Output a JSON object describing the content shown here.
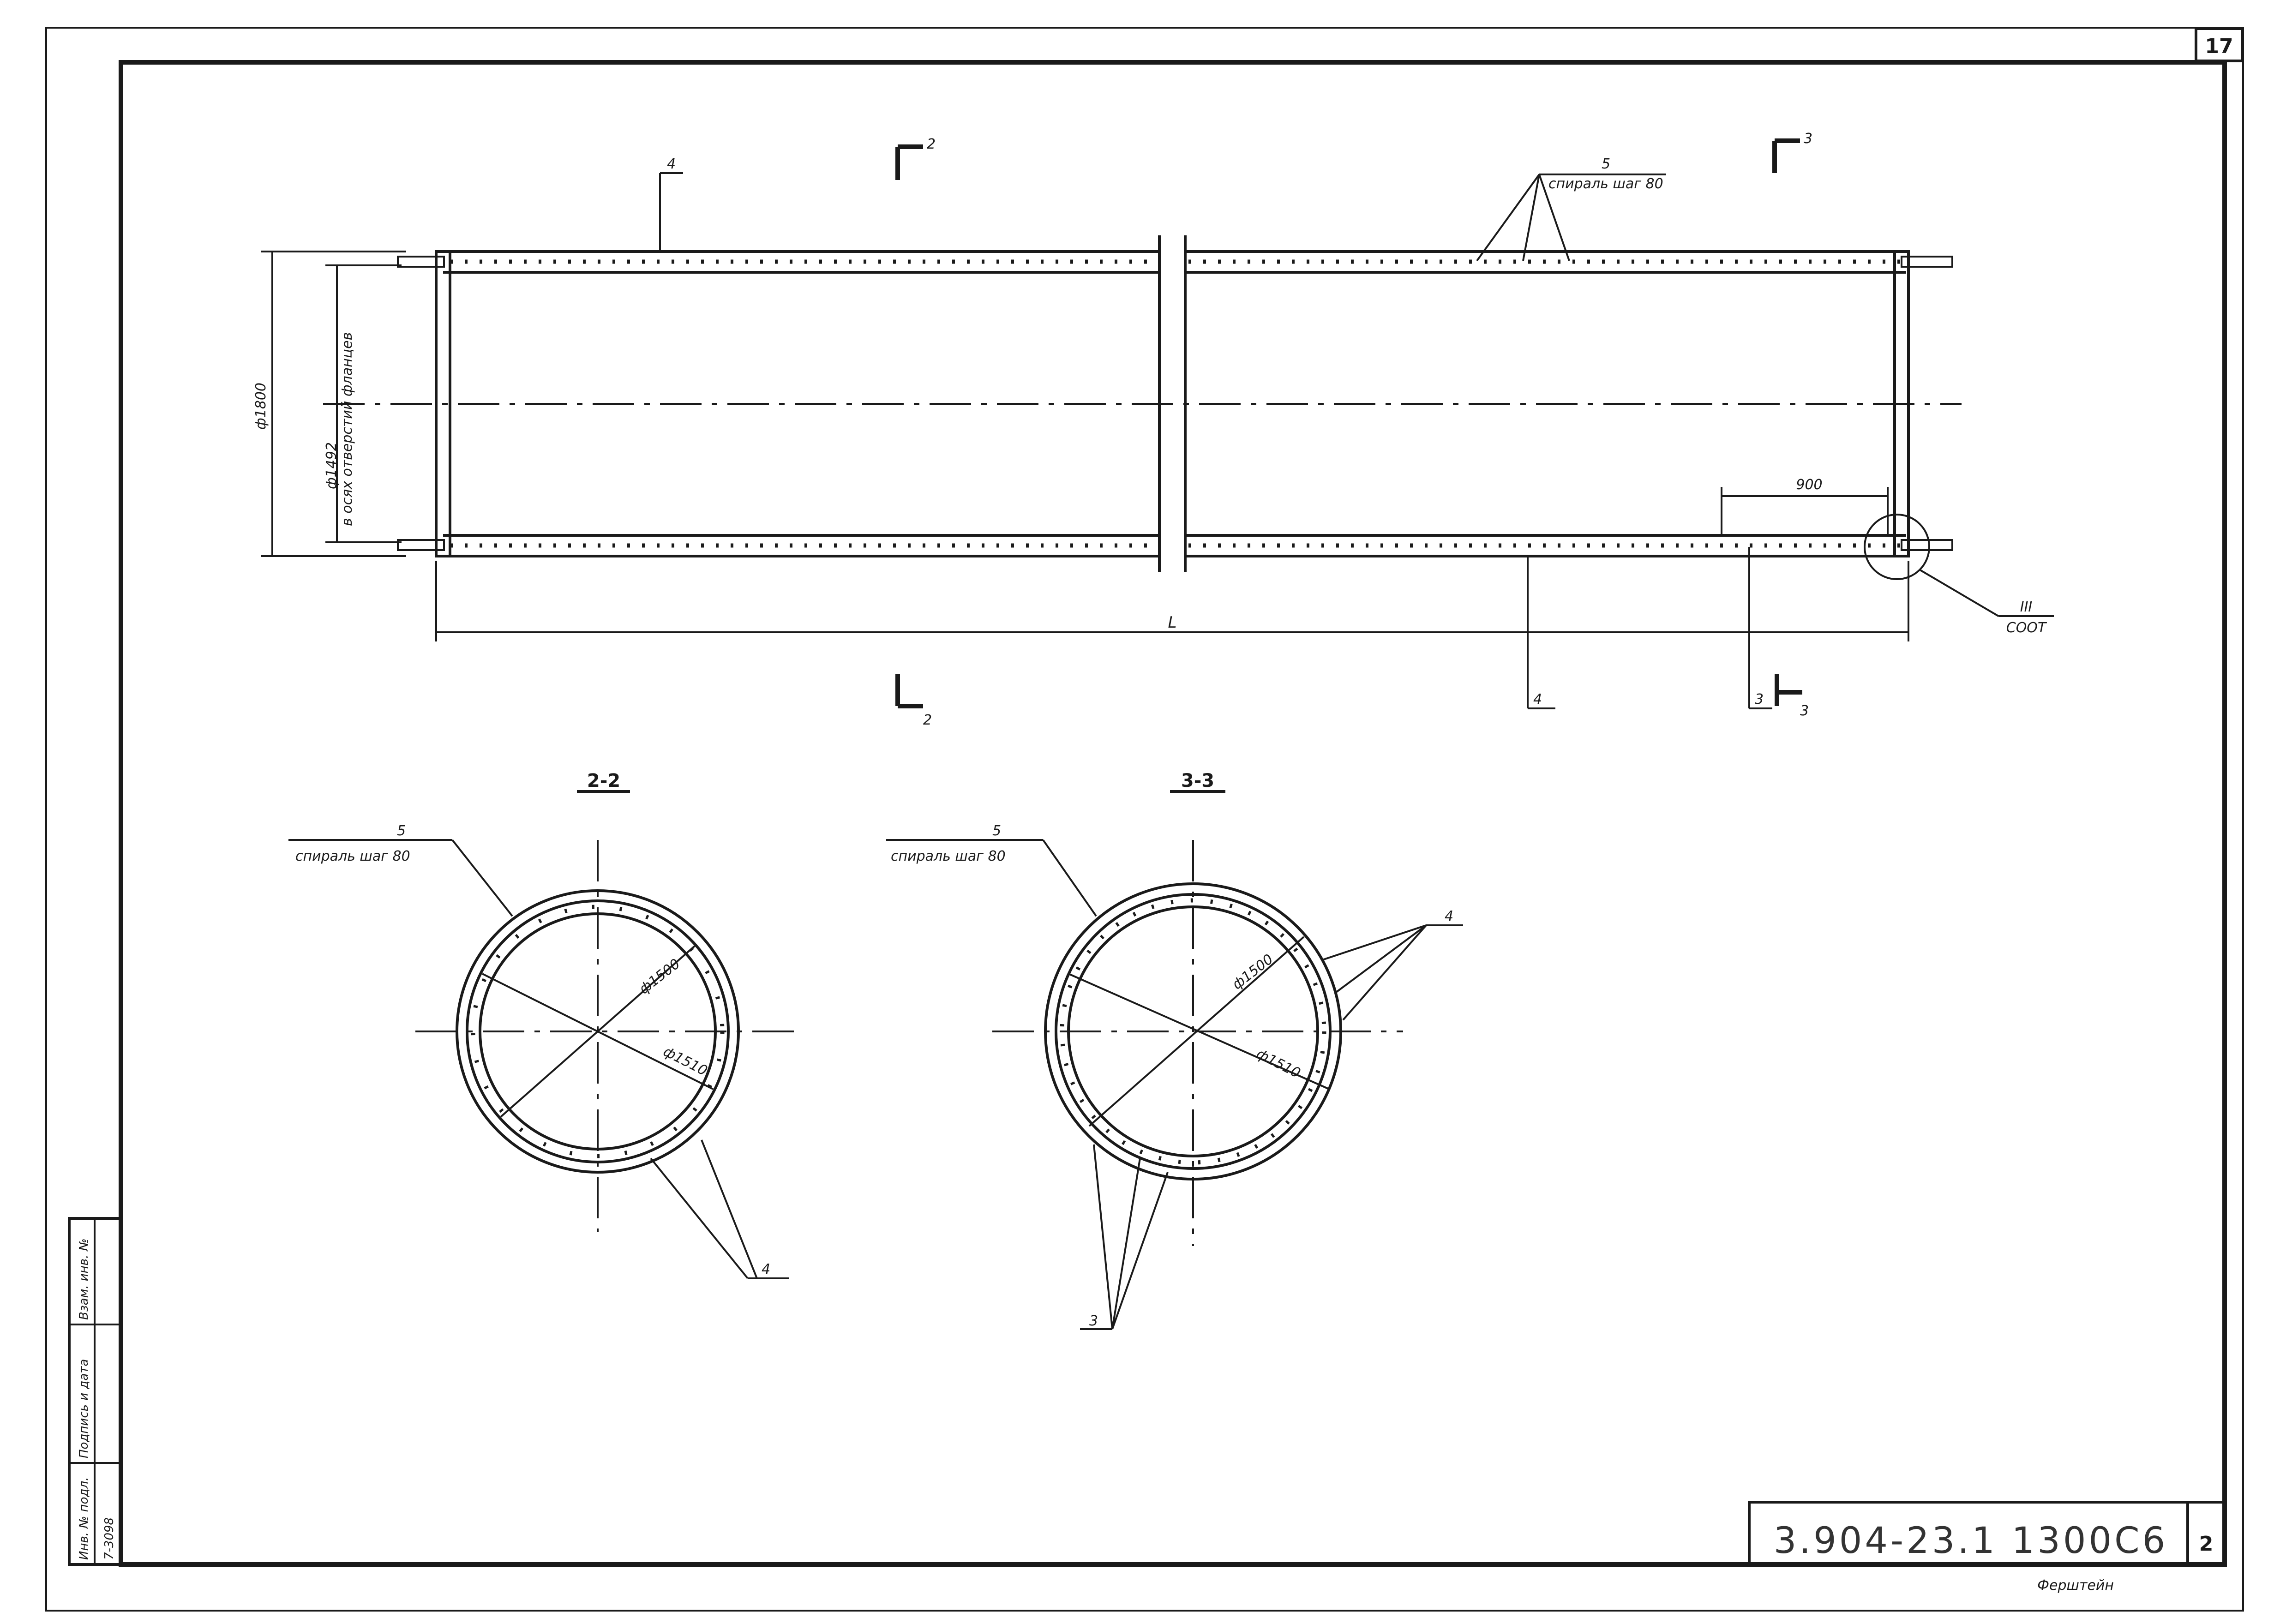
{
  "sheet": {
    "page_number": "17",
    "doc_code": "3.904-23.1 1300С6",
    "sheet_index": "2",
    "signature": "Ферштейн"
  },
  "side_stamp": {
    "col1": "Инв. № подл.",
    "col2": "Подпись и дата",
    "col3": "Взам. инв. №",
    "inv_value": "7-3098"
  },
  "elevation": {
    "diameter_outer": "ф1800",
    "diameter_bolt_circle": "ф1492",
    "bolt_circle_note": "в осях отверстий фланцев",
    "length_symbol": "L",
    "dim_900": "900",
    "callout_4_top": "4",
    "callout_4_bottom": "4",
    "callout_5": "5",
    "callout_5_note": "спираль шаг 80",
    "callout_3": "3",
    "node_ref_number": "III",
    "node_ref_sheet": "СООТ",
    "cut_2_top": "2",
    "cut_2_bottom": "2",
    "cut_3_top": "3",
    "cut_3_bottom": "3"
  },
  "section_2": {
    "title": "2-2",
    "callout_5": "5",
    "callout_5_note": "спираль шаг 80",
    "dia_inner": "ф1500",
    "dia_outer": "ф1510",
    "callout_4": "4"
  },
  "section_3": {
    "title": "3-3",
    "callout_5": "5",
    "callout_5_note": "спираль шаг 80",
    "dia_inner": "ф1500",
    "dia_outer": "ф1510",
    "callout_4": "4",
    "callout_3": "3"
  }
}
